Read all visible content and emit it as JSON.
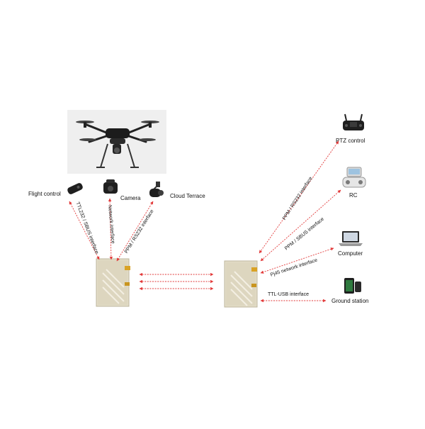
{
  "colors": {
    "link": "#e23a3a",
    "module_body": "#e3ddc8",
    "module_edge": "#bdb59b",
    "module_stripe": "#f3efe2",
    "antenna": "#d9a225",
    "device": "#1f1f1f",
    "photo_bg": "#efefef"
  },
  "icons": {
    "drone": "drone-icon",
    "module": "radio-module-icon",
    "flight_control": "flight-controller-icon",
    "camera": "camera-icon",
    "gimbal": "gimbal-camera-icon",
    "ptz": "remote-controller-icon",
    "rc": "handheld-rc-icon",
    "computer": "laptop-icon",
    "ground_station": "tablet-ground-station-icon"
  },
  "air_side": {
    "flight_control": {
      "label": "Flight control",
      "link": "TTL232 / SBUS interface"
    },
    "camera": {
      "label": "Camera",
      "link": "Network interface"
    },
    "cloud_terrace": {
      "label": "Cloud Terrace",
      "link": "PPM / RS232 interface"
    }
  },
  "ground_side": {
    "ptz": {
      "label": "PTZ control",
      "link": "PPM / RS232 interface"
    },
    "rc": {
      "label": "RC",
      "link": "PPM / SBUS interface"
    },
    "computer": {
      "label": "Computer",
      "link": "Pj45 network interface"
    },
    "ground_station": {
      "label": "Ground station",
      "link": "TTL-USB interface"
    }
  }
}
